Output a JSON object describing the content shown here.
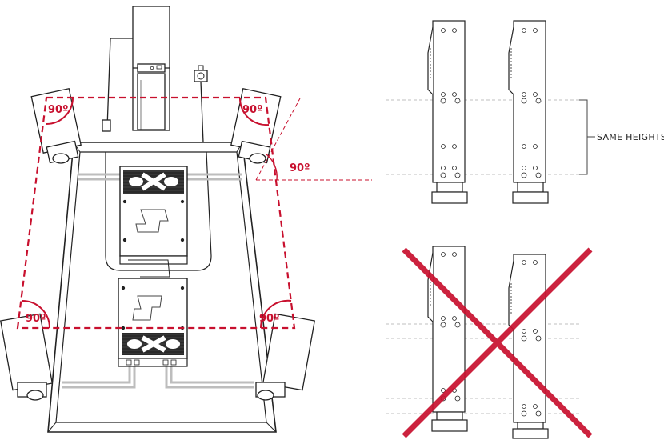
{
  "angles": {
    "top_left": "90º",
    "top_right": "90º",
    "floor": "90º",
    "bottom_left": "90º",
    "bottom_right": "90º"
  },
  "height_note": "SAME HEIGHTS",
  "colors": {
    "accent_red": "#c8102e",
    "line": "#222222",
    "cable": "#bdbdbd",
    "guide": "#aaaaaa"
  },
  "icons": {
    "correct": "same-height-legs",
    "incorrect": "cross-mark-icon"
  }
}
